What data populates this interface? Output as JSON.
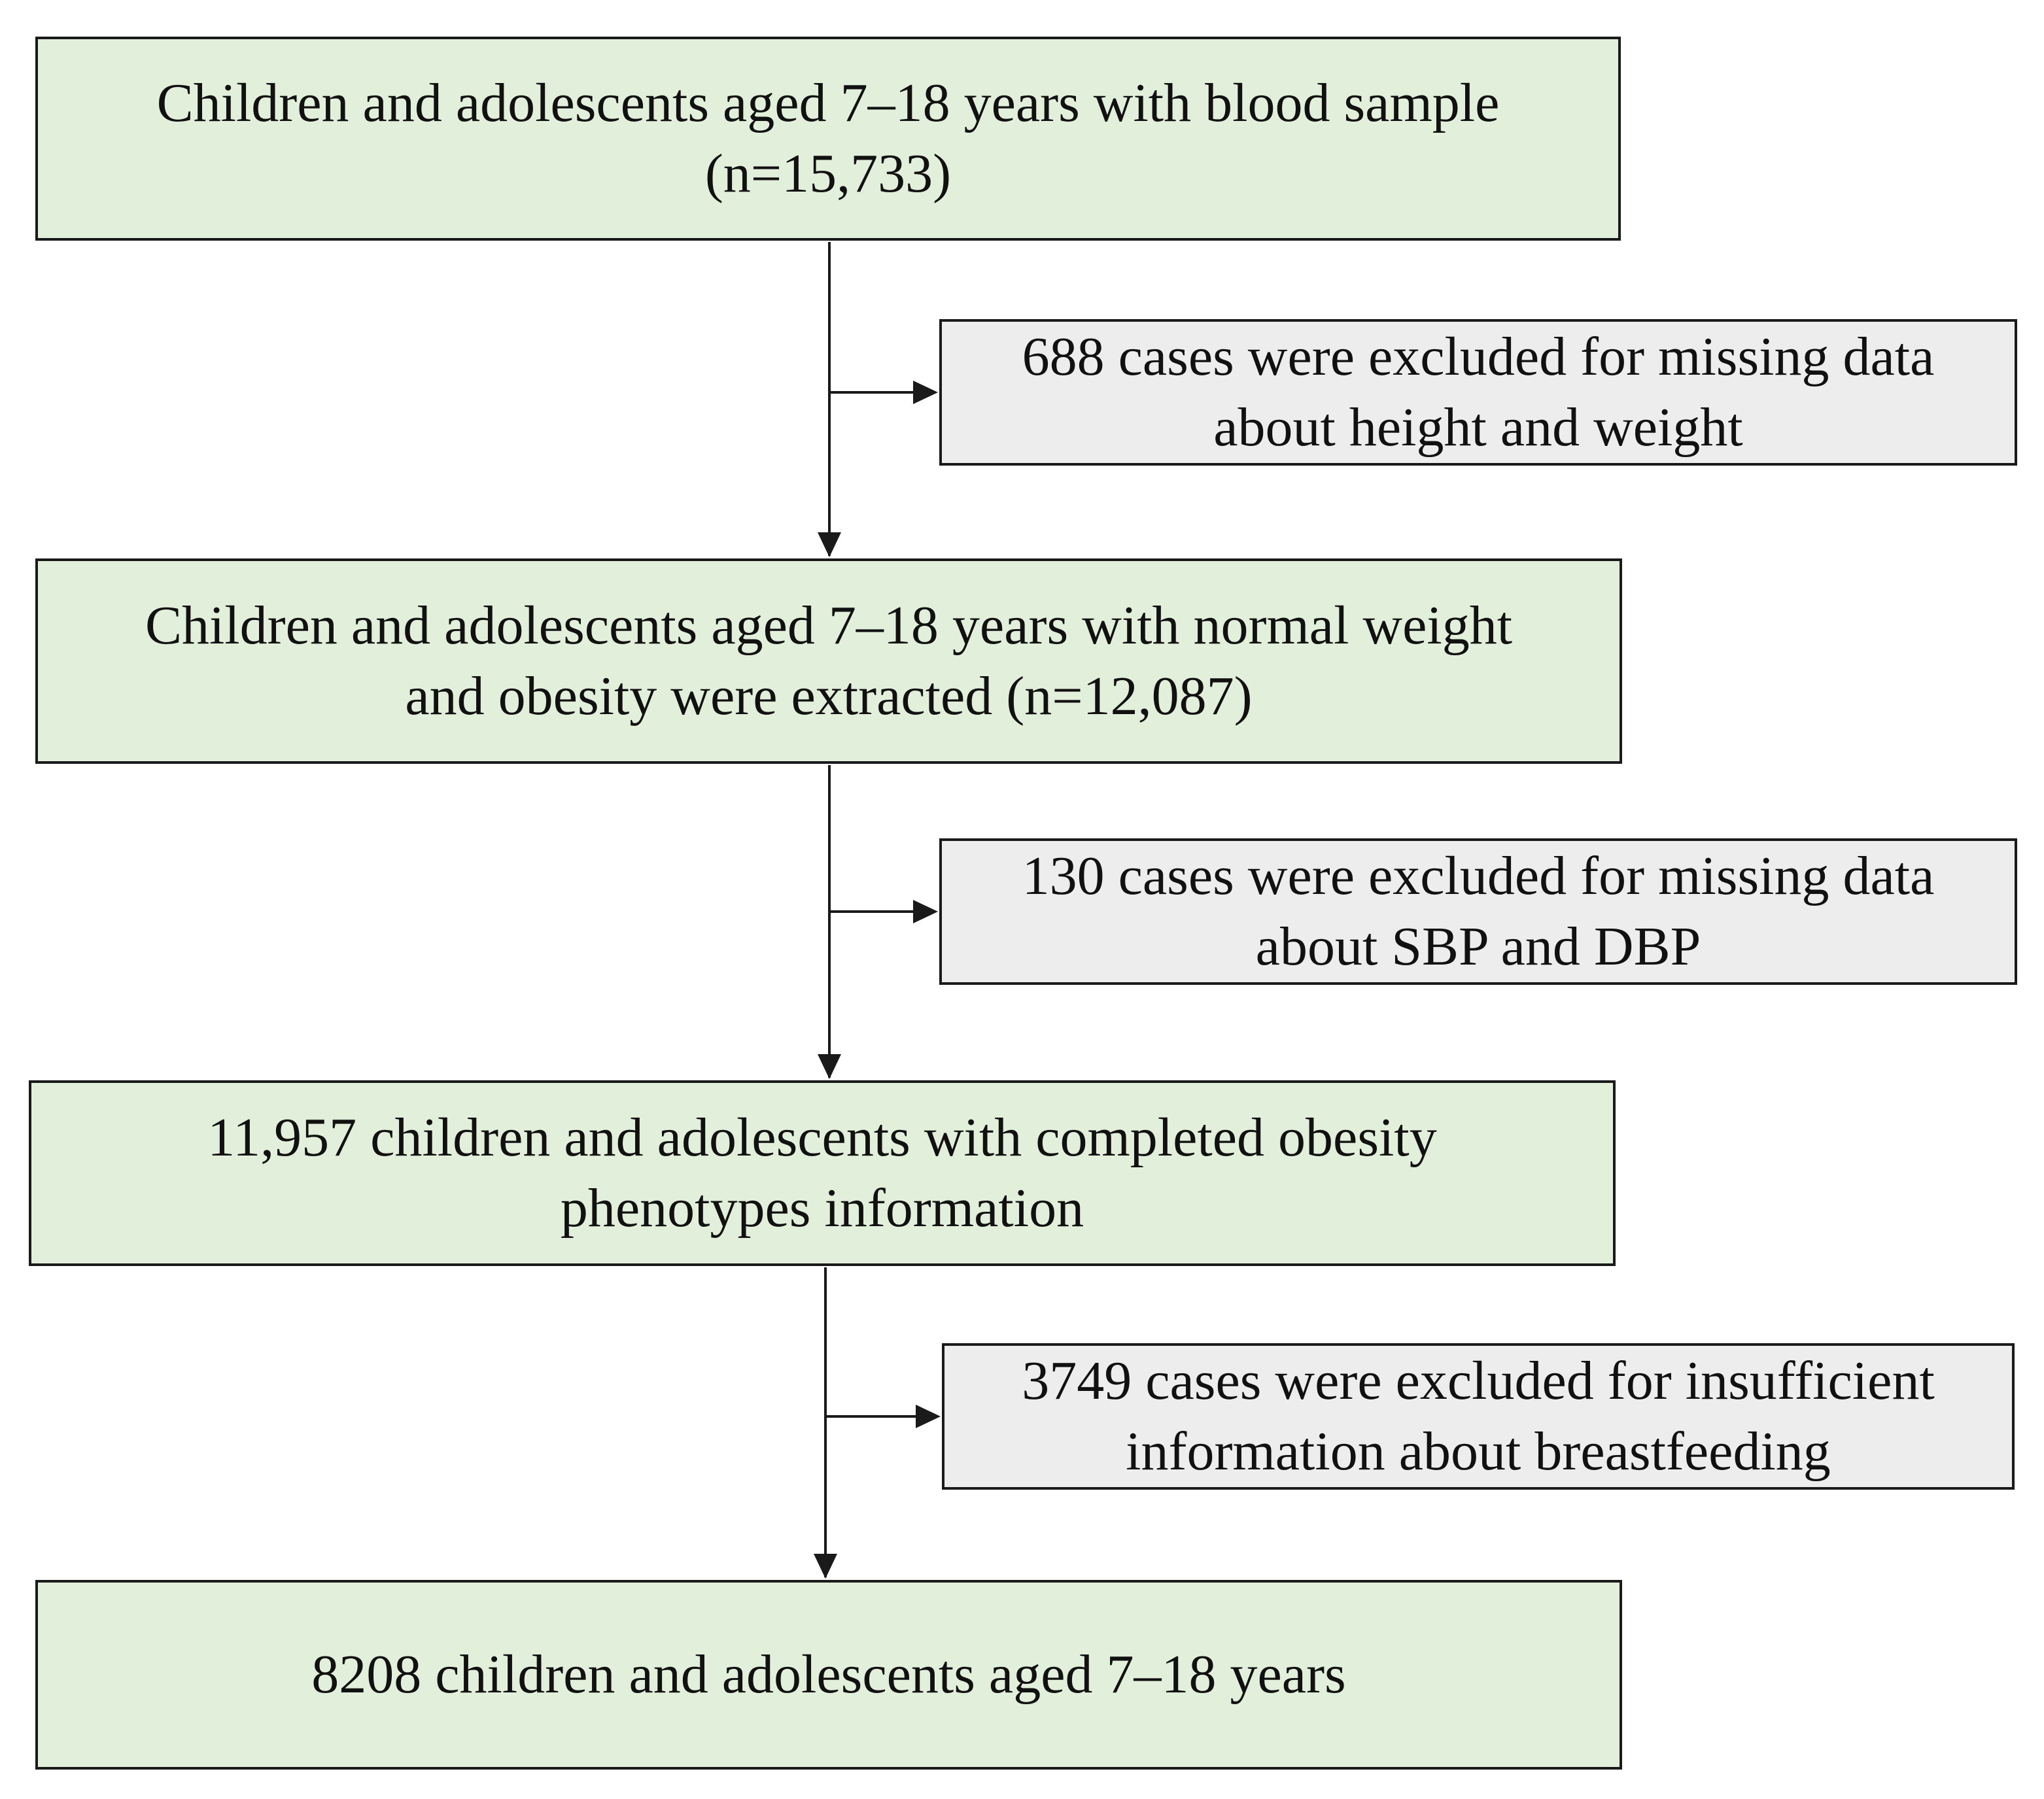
{
  "flow": {
    "step1": {
      "line1": "Children and adolescents aged 7–18 years with blood sample",
      "line2": "(n=15,733)"
    },
    "exclusion1": {
      "line1": "688 cases were excluded for missing data",
      "line2": "about height and weight"
    },
    "step2": {
      "line1": "Children and adolescents aged 7–18 years with normal weight",
      "line2": "and obesity were extracted (n=12,087)"
    },
    "exclusion2": {
      "line1": "130 cases were excluded for missing data",
      "line2": "about SBP and DBP"
    },
    "step3": {
      "line1": "11,957 children and adolescents with completed obesity",
      "line2": "phenotypes information"
    },
    "exclusion3": {
      "line1": "3749 cases were excluded for insufficient",
      "line2": "information about breastfeeding"
    },
    "step4": {
      "line1": "8208 children and adolescents aged 7–18 years"
    }
  },
  "colors": {
    "main_box": "#e2efda",
    "exclusion_box": "#ededed",
    "line": "#1a1a1a"
  }
}
